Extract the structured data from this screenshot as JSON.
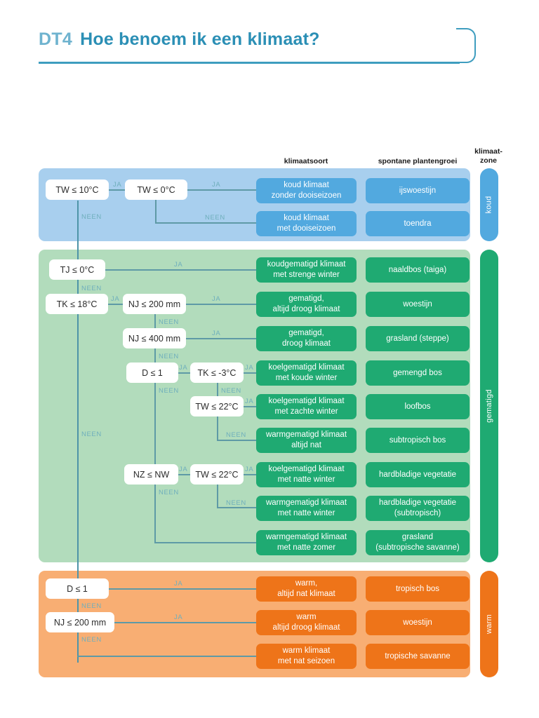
{
  "header": {
    "code": "DT4",
    "title": "Hoe benoem ik een klimaat?"
  },
  "columns": {
    "klimaatsoort": "klimaatsoort",
    "plantengroei": "spontane plantengroei",
    "zone": "klimaat-\nzone"
  },
  "edge_labels": {
    "yes": "JA",
    "no": "NEEN"
  },
  "zones": [
    {
      "id": "koud",
      "label": "koud",
      "color": "#52A9DF",
      "band_color": "#A8CFEE"
    },
    {
      "id": "gematigd",
      "label": "gematigd",
      "color": "#1FAA72",
      "band_color": "#B2DCBC"
    },
    {
      "id": "warm",
      "label": "warm",
      "color": "#EE7419",
      "band_color": "#F8AE73"
    }
  ],
  "nodes": [
    {
      "id": "tw10",
      "label": "TW ≤ 10°C"
    },
    {
      "id": "tw0",
      "label": "TW ≤ 0°C"
    },
    {
      "id": "tj0",
      "label": "TJ ≤ 0°C"
    },
    {
      "id": "tk18",
      "label": "TK ≤ 18°C"
    },
    {
      "id": "nj200",
      "label": "NJ ≤ 200 mm"
    },
    {
      "id": "nj400",
      "label": "NJ ≤ 400 mm"
    },
    {
      "id": "d1a",
      "label": "D ≤ 1"
    },
    {
      "id": "tkm3",
      "label": "TK ≤ -3°C"
    },
    {
      "id": "tw22a",
      "label": "TW ≤ 22°C"
    },
    {
      "id": "nznw",
      "label": "NZ ≤ NW"
    },
    {
      "id": "tw22b",
      "label": "TW ≤ 22°C"
    },
    {
      "id": "d1b",
      "label": "D ≤ 1"
    },
    {
      "id": "nj200b",
      "label": "NJ ≤ 200 mm"
    }
  ],
  "outcomes": [
    {
      "id": "o1",
      "zone": "koud",
      "soort": "koud klimaat\nzonder dooiseizoen",
      "groei": "ijswoestijn"
    },
    {
      "id": "o2",
      "zone": "koud",
      "soort": "koud klimaat\nmet dooiseizoen",
      "groei": "toendra"
    },
    {
      "id": "o3",
      "zone": "gematigd",
      "soort": "koudgematigd klimaat\nmet strenge winter",
      "groei": "naaldbos (taiga)"
    },
    {
      "id": "o4",
      "zone": "gematigd",
      "soort": "gematigd,\naltijd droog klimaat",
      "groei": "woestijn"
    },
    {
      "id": "o5",
      "zone": "gematigd",
      "soort": "gematigd,\ndroog klimaat",
      "groei": "grasland (steppe)"
    },
    {
      "id": "o6",
      "zone": "gematigd",
      "soort": "koelgematigd klimaat\nmet koude winter",
      "groei": "gemengd bos"
    },
    {
      "id": "o7",
      "zone": "gematigd",
      "soort": "koelgematigd klimaat\nmet zachte winter",
      "groei": "loofbos"
    },
    {
      "id": "o8",
      "zone": "gematigd",
      "soort": "warmgematigd klimaat\naltijd nat",
      "groei": "subtropisch bos"
    },
    {
      "id": "o9",
      "zone": "gematigd",
      "soort": "koelgematigd klimaat\nmet natte winter",
      "groei": "hardbladige vegetatie"
    },
    {
      "id": "o10",
      "zone": "gematigd",
      "soort": "warmgematigd klimaat\nmet natte winter",
      "groei": "hardbladige vegetatie\n(subtropisch)"
    },
    {
      "id": "o11",
      "zone": "gematigd",
      "soort": "warmgematigd klimaat\nmet natte zomer",
      "groei": "grasland\n(subtropische savanne)"
    },
    {
      "id": "o12",
      "zone": "warm",
      "soort": "warm,\naltijd nat klimaat",
      "groei": "tropisch bos"
    },
    {
      "id": "o13",
      "zone": "warm",
      "soort": "warm\naltijd droog klimaat",
      "groei": "woestijn"
    },
    {
      "id": "o14",
      "zone": "warm",
      "soort": "warm klimaat\nmet nat seizoen",
      "groei": "tropische savanne"
    }
  ],
  "theme": {
    "title_code_color": "#6FB3CF",
    "title_color": "#2B8FB5",
    "line_color": "#5E9AA6",
    "edge_label_color": "#6FAFBC",
    "node_bg": "#FFFFFF"
  }
}
